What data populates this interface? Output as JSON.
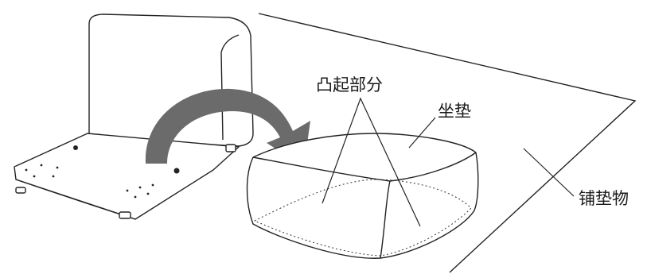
{
  "labels": {
    "bulge": "凸起部分",
    "cushion": "坐垫",
    "mat": "铺垫物"
  },
  "colors": {
    "line": "#222222",
    "arrow": "#6b6b6b",
    "background": "#ffffff"
  }
}
